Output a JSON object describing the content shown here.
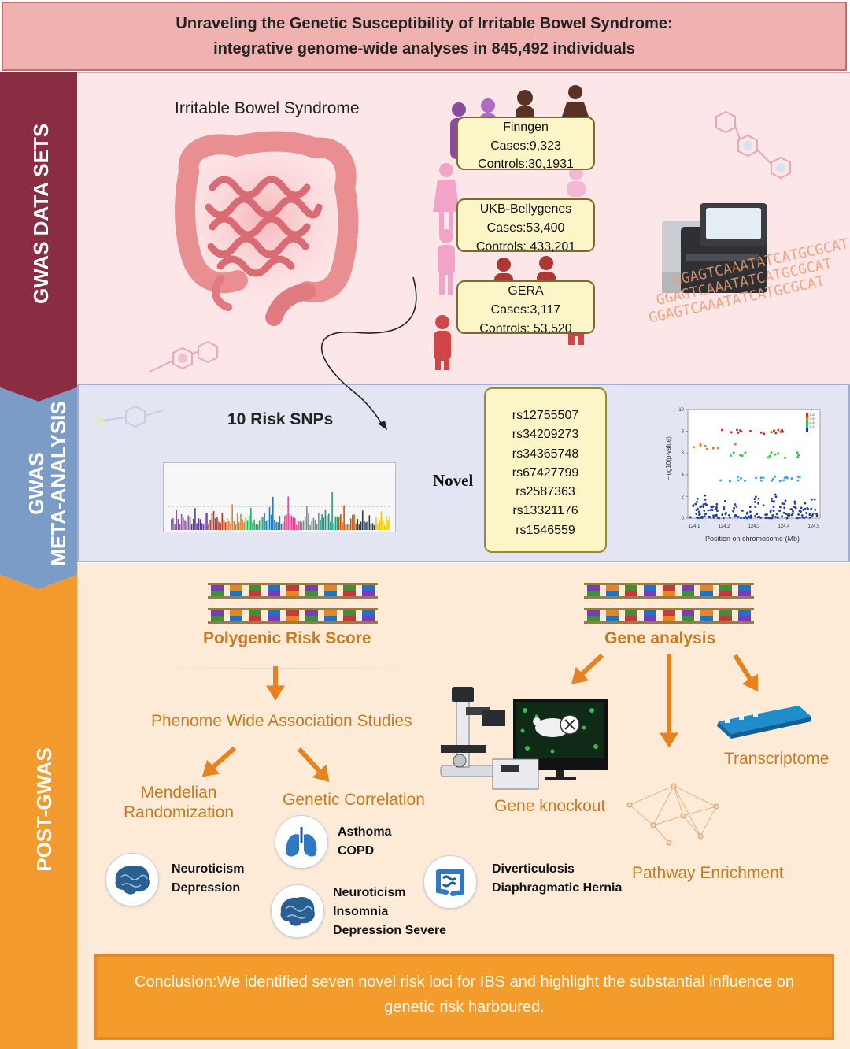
{
  "title": {
    "line1": "Unraveling the Genetic Susceptibility of Irritable Bowel Syndrome:",
    "line2": "integrative genome-wide analyses in 845,492 individuals"
  },
  "sections": {
    "gwas_data_sets": "GWAS DATA SETS",
    "meta_line1": "GWAS",
    "meta_line2": "META-ANALYSIS",
    "post_gwas": "POST-GWAS"
  },
  "datasets_panel": {
    "disease_label": "Irritable Bowel Syndrome",
    "cohorts": [
      {
        "name": "Finngen",
        "cases": "Cases:9,323",
        "controls": "Controls:30,1931"
      },
      {
        "name": "UKB-Bellygenes",
        "cases": "Cases:53,400",
        "controls": "Controls: 433,201"
      },
      {
        "name": "GERA",
        "cases": "Cases:3,117",
        "controls": "Controls: 53,520"
      }
    ],
    "dna_sequence": "GGAGTCAAATATCATGCGCAT"
  },
  "meta_panel": {
    "risk_snps_label": "10 Risk SNPs",
    "novel_label": "Novel",
    "snps": [
      "rs12755507",
      "rs34209273",
      "rs34365748",
      "rs67427799",
      "rs2587363",
      "rs13321176",
      "rs1546559"
    ],
    "locus_plot": {
      "ylabel": "−log10(p-value)",
      "xlabel": "Position on chromosome (Mb)",
      "x_ticks": [
        "124.1",
        "124.2",
        "124.3",
        "124.4",
        "124.5"
      ],
      "y_ticks": [
        "0",
        "2",
        "4",
        "6",
        "8",
        "10"
      ],
      "legend_title": "r²",
      "legend_values": [
        "0.8",
        "0.6",
        "0.4",
        "0.2"
      ],
      "colors": [
        "#c0392b",
        "#e67e22",
        "#2ecc40",
        "#3ba7e8",
        "#1f3c9e"
      ]
    }
  },
  "post_panel": {
    "prs": "Polygenic Risk Score",
    "gene_analysis": "Gene analysis",
    "phewas": "Phenome Wide Association Studies",
    "mr_line1": "Mendelian",
    "mr_line2": "Randomization",
    "genetic_correlation": "Genetic Correlation",
    "gene_knockout": "Gene knockout",
    "transcriptome": "Transcriptome",
    "pathway": "Pathway Enrichment",
    "mr_traits": [
      "Neuroticism",
      "Depression"
    ],
    "gc_lung_traits": [
      "Asthoma",
      "COPD"
    ],
    "gc_brain_traits": [
      "Neuroticism",
      "Insomnia",
      "Depression Severe"
    ],
    "gc_gut_traits": [
      "Diverticulosis",
      "Diaphragmatic Hernia"
    ],
    "conclusion": "Conclusion:We identified seven novel risk loci for IBS and highlight the substantial influence on genetic risk harboured."
  }
}
